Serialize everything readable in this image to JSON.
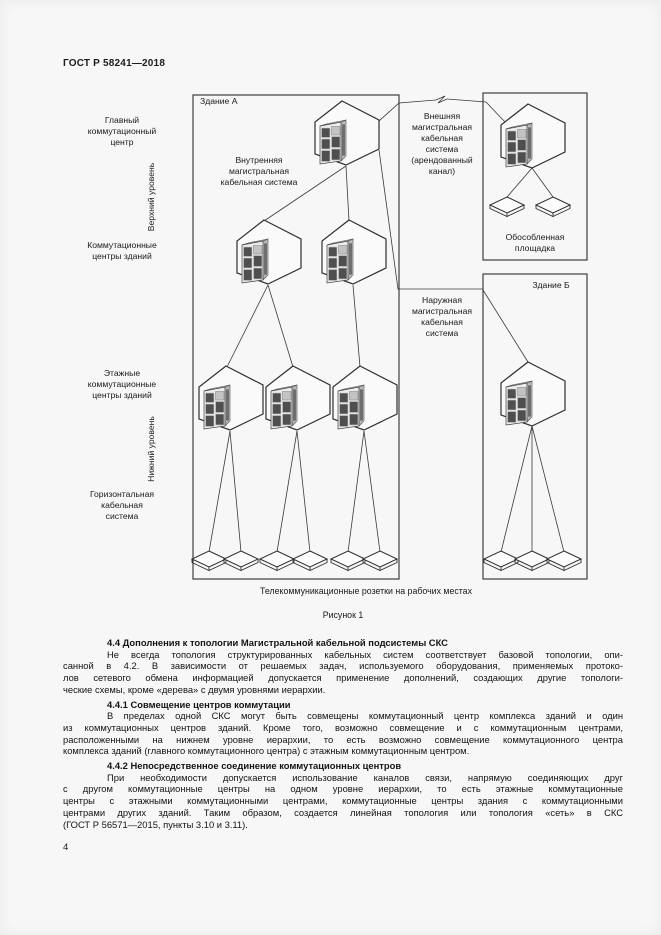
{
  "page_colors": {
    "background": "#f7f7f7",
    "line": "#3a3a3a",
    "text": "#1c1c1c"
  },
  "header": {
    "title": "ГОСТ Р 58241—2018"
  },
  "figure": {
    "building_a_label": "Здание А",
    "building_b_label": "Здание Б",
    "labels": {
      "main_cross_connect": "Главный\nкоммутационный\nцентр",
      "upper_level": "Верхний уровень",
      "building_cross_connects": "Коммутационные\nцентры зданий",
      "floor_cross_connects": "Этажные\nкоммутационные\nцентры зданий",
      "lower_level": "Нижний уровень",
      "horizontal_cabling": "Горизонтальная\nкабельная\nсистема",
      "internal_backbone": "Внутренняя\nмагистральная\nкабельная система",
      "external_backbone": "Внешняя\nмагистральная\nкабельная\nсистема\n(арендованный\nканал)",
      "outdoor_backbone": "Наружная\nмагистральная\nкабельная\nсистема",
      "isolated_site": "Обособленная\nплощадка"
    },
    "outlets_caption": "Телекоммуникационные розетки на рабочих местах",
    "figure_number": "Рисунок 1",
    "icons": {
      "network_node": "isometric-cube-with-equipment-cabinet",
      "telecom_outlet": "flat-isometric-outlet-diamond",
      "line_break": "zigzag-break-symbol"
    }
  },
  "body": {
    "s44": {
      "heading": "4.4 Дополнения к топологии Магистральной кабельной подсистемы СКС",
      "lines": [
        "Не всегда топология структурированных кабельных систем соответствует базовой топологии, опи-",
        "санной в 4.2. В зависимости от решаемых задач, используемого оборудования, применяемых протоко-",
        "лов сетевого обмена информацией допускается применение дополнений, создающих другие топологи-",
        "ческие схемы, кроме «дерева» с двумя уровнями иерархии."
      ]
    },
    "s441": {
      "heading": "4.4.1 Совмещение центров коммутации",
      "lines": [
        "В пределах одной СКС могут быть совмещены коммутационный центр комплекса зданий и один",
        "из коммутационных центров зданий. Кроме того, возможно совмещение и с коммутационным центрами,",
        "расположенными на нижнем уровне иерархии, то есть возможно совмещение коммутационного центра",
        "комплекса зданий (главного коммутационного центра) с этажным коммутационным центром."
      ]
    },
    "s442": {
      "heading": "4.4.2 Непосредственное соединение коммутационных центров",
      "lines": [
        "При необходимости допускается использование каналов связи, напрямую соединяющих друг",
        "с другом коммутационные центры на одном уровне иерархии, то есть этажные коммутационные",
        "центры с этажными коммутационными центрами, коммутационные центры здания с коммутационными",
        "центрами других зданий. Таким образом, создается линейная топология или топология «сеть» в СКС",
        "(ГОСТ Р 56571—2015, пункты 3.10 и 3.11)."
      ]
    }
  },
  "footer": {
    "page_number": "4"
  }
}
